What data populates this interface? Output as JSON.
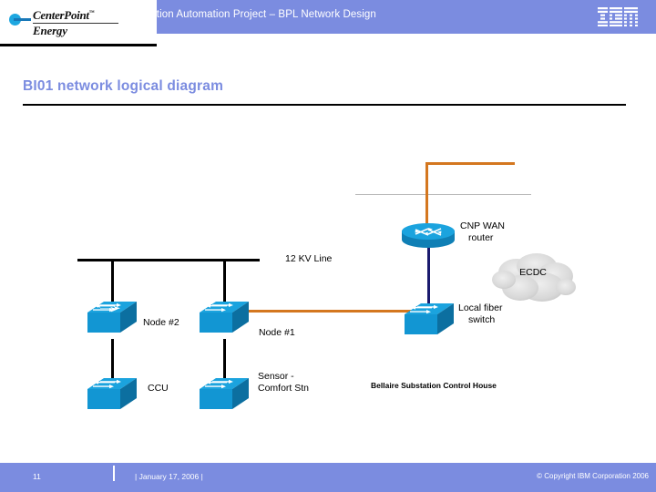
{
  "header": {
    "banner_title": "Distribution Automation Project – BPL Network Design",
    "brand_logo_line1": "CenterPoint",
    "brand_logo_tm": "™",
    "brand_logo_line2": "Energy",
    "partner_logo": "IBM"
  },
  "slide": {
    "title": "BI01 network logical diagram"
  },
  "diagram": {
    "cloud": {
      "label": "ECDC"
    },
    "nodes": [
      {
        "id": "router",
        "label": "CNP WAN\nrouter",
        "label_line1": "CNP WAN",
        "label_line2": "router"
      },
      {
        "id": "node2",
        "label": "Node #2"
      },
      {
        "id": "node1",
        "label": "Node #1"
      },
      {
        "id": "fiber-switch",
        "label_line1": "Local fiber",
        "label_line2": "switch"
      },
      {
        "id": "ccu",
        "label": "CCU"
      },
      {
        "id": "sensor",
        "label_line1": "Sensor -",
        "label_line2": "Comfort Stn"
      }
    ],
    "power_line_label": "12 KV Line",
    "region_label": "Bellaire Substation Control House"
  },
  "footer": {
    "slide_number": "11",
    "date": "| January 17, 2006 |",
    "copyright": "© Copyright IBM Corporation 2006"
  },
  "colors": {
    "brand_blue": "#7b8ce0",
    "device_blue": "#1296d3",
    "link_orange": "#d4771f",
    "link_navy": "#1a1a6e",
    "link_black": "#000000"
  }
}
